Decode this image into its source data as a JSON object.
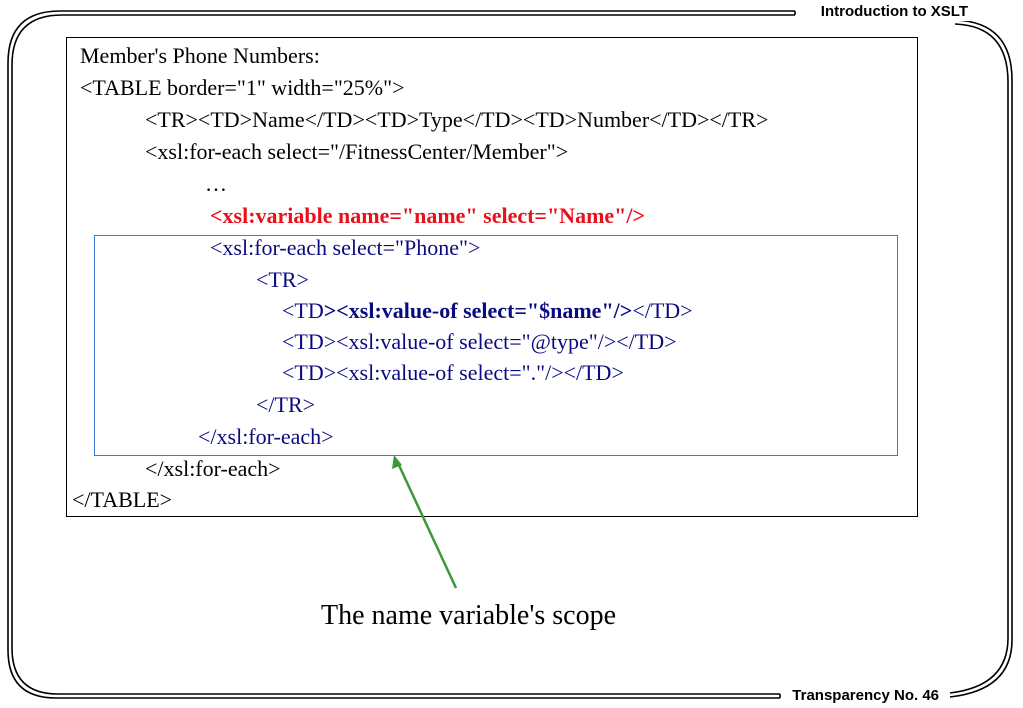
{
  "header": {
    "title": "Introduction to XSLT"
  },
  "footer": {
    "label": "Transparency No. 46"
  },
  "code": {
    "line1": "Member's Phone Numbers:",
    "line2": "<TABLE border=\"1\" width=\"25%\">",
    "line3": "<TR><TD>Name</TD><TD>Type</TD><TD>Number</TD></TR>",
    "line4": "<xsl:for-each select=\"/FitnessCenter/Member\">",
    "line5": "…",
    "line6": "<xsl:variable name=\"name\" select=\"Name\"/>",
    "line7": "<xsl:for-each select=\"Phone\">",
    "line8": "<TR>",
    "line9_open": "<TD",
    "line9_bold": "><xsl:value-of select=\"$name\"/>",
    "line9_close": "</TD>",
    "line10": "<TD><xsl:value-of select=\"@type\"/></TD>",
    "line11": "<TD><xsl:value-of select=\".\"/></TD>",
    "line12": "</TR>",
    "line13": "</xsl:for-each>",
    "line14": "</xsl:for-each>",
    "line15": "</TABLE>"
  },
  "annotation": {
    "caption": "The name variable's scope"
  },
  "colors": {
    "highlight_red": "#e8111b",
    "scope_text_navy": "#0a0a80",
    "scope_box_blue": "#3d7bd9",
    "arrow_green": "#3a9a3a"
  }
}
